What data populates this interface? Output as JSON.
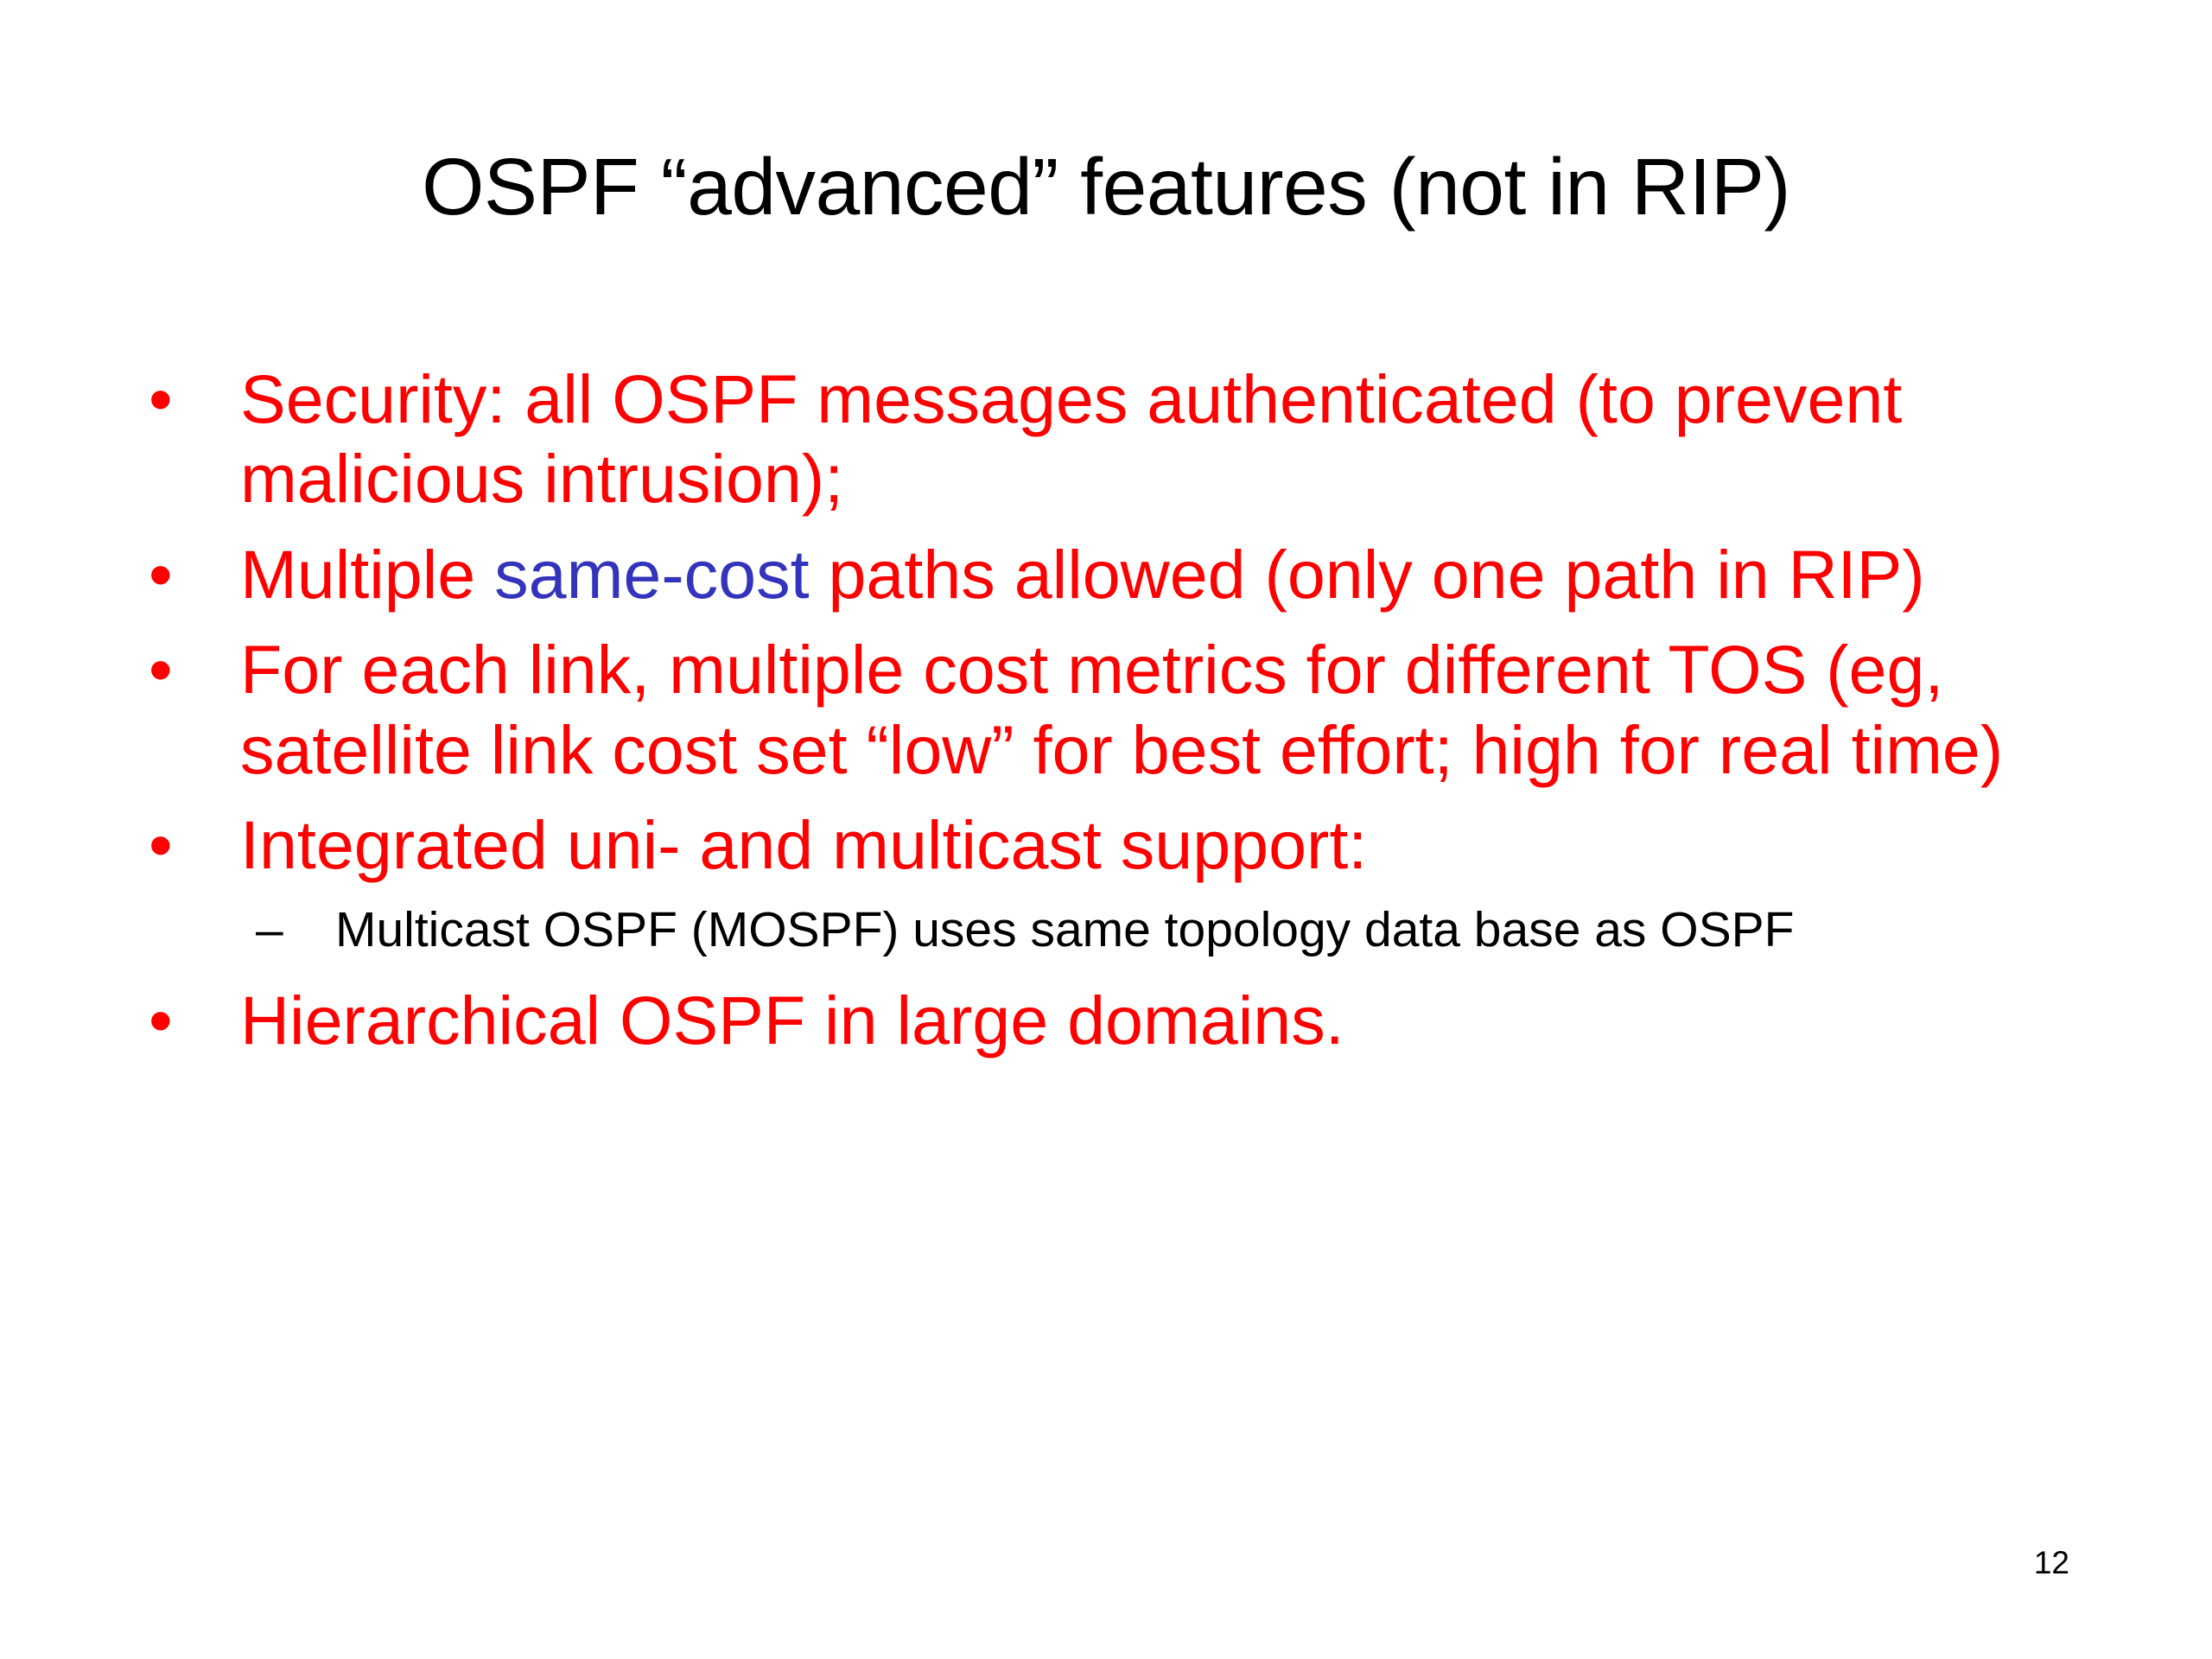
{
  "slide": {
    "title": "OSPF “advanced” features (not in RIP)",
    "page_number": "12",
    "background_color": "#ffffff",
    "title_color": "#000000",
    "bullet_color": "#ff0000",
    "highlight_color": "#3333bb",
    "subbullet_color": "#000000",
    "bullet_marker": "•",
    "subbullet_marker": "–"
  },
  "bullets": [
    {
      "level": 1,
      "marker": "•",
      "text": "Security: all OSPF messages authenticated (to prevent malicious intrusion);"
    },
    {
      "level": 1,
      "marker": "•",
      "text_before": "Multiple ",
      "highlight": "same-cost",
      "text_after": " paths allowed (only one path in RIP)"
    },
    {
      "level": 1,
      "marker": "•",
      "text": "For each link, multiple cost metrics for different TOS (eg, satellite link cost set “low” for best effort; high for real time)"
    },
    {
      "level": 1,
      "marker": "•",
      "text": "Integrated uni- and multicast support:"
    },
    {
      "level": 2,
      "marker": "–",
      "text": "Multicast OSPF (MOSPF) uses same topology data base as OSPF"
    },
    {
      "level": 1,
      "marker": "•",
      "text": "Hierarchical OSPF in large domains."
    }
  ]
}
